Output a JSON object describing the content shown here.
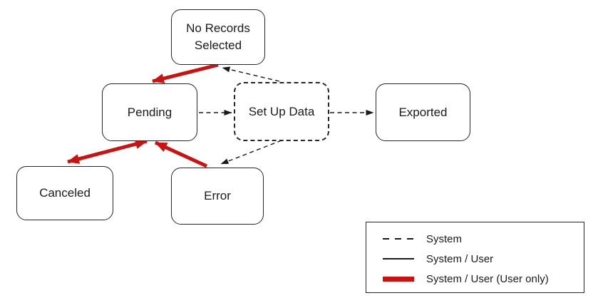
{
  "colors": {
    "user_line_red": "#cc1111",
    "system_line_black": "#1a1a1a",
    "node_border": "#262626",
    "background": "#ffffff"
  },
  "diagram": {
    "nodes": {
      "no_records_selected": {
        "label": "No Records Selected"
      },
      "pending": {
        "label": "Pending"
      },
      "set_up_data": {
        "label": "Set Up Data"
      },
      "exported": {
        "label": "Exported"
      },
      "canceled": {
        "label": "Canceled"
      },
      "error": {
        "label": "Error"
      }
    },
    "edges": [
      {
        "from": "No Records Selected",
        "to": "Pending",
        "style": "thick-red",
        "legend_meaning": "System / User (User only)",
        "arrowheads": "end"
      },
      {
        "from": "Pending",
        "to": "Canceled",
        "style": "thick-red",
        "legend_meaning": "System / User (User only)",
        "arrowheads": "both"
      },
      {
        "from": "Error",
        "to": "Pending",
        "style": "thick-red",
        "legend_meaning": "System / User (User only)",
        "arrowheads": "end"
      },
      {
        "from": "Pending",
        "to": "Set Up Data",
        "style": "dashed-black",
        "legend_meaning": "System",
        "arrowheads": "end"
      },
      {
        "from": "Set Up Data",
        "to": "Exported",
        "style": "dashed-black",
        "legend_meaning": "System",
        "arrowheads": "end"
      },
      {
        "from": "Set Up Data",
        "to": "No Records Selected",
        "style": "dashed-black",
        "legend_meaning": "System",
        "arrowheads": "end"
      },
      {
        "from": "Set Up Data",
        "to": "Error",
        "style": "dashed-black",
        "legend_meaning": "System",
        "arrowheads": "end"
      }
    ]
  },
  "legend": {
    "items": [
      {
        "label": "System",
        "line": "dashed",
        "color": "#1a1a1a"
      },
      {
        "label": "System / User",
        "line": "solid",
        "color": "#1a1a1a"
      },
      {
        "label": "System / User (User only)",
        "line": "thick",
        "color": "#cc1111"
      }
    ]
  }
}
